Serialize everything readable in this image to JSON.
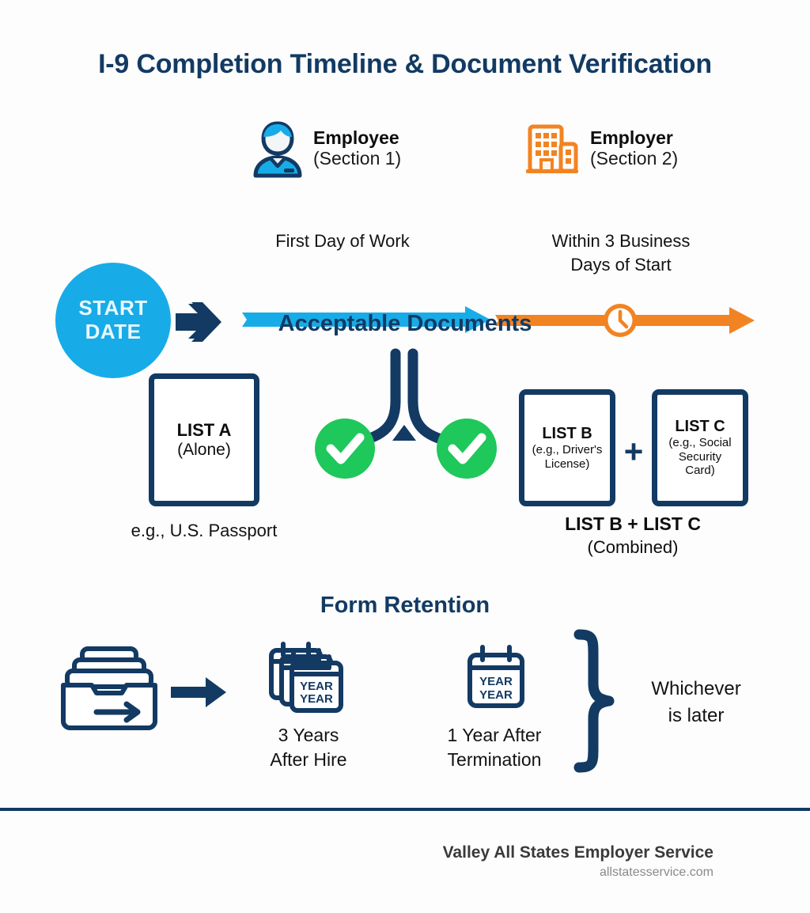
{
  "page": {
    "title": "I-9 Completion Timeline & Document Verification",
    "colors": {
      "navy": "#123a63",
      "cyan": "#17ACE8",
      "orange": "#F28322",
      "green": "#1EC85A",
      "text": "#131313",
      "background": "#fdfdfd"
    }
  },
  "timeline": {
    "start_node": {
      "line1": "START",
      "line2": "DATE"
    },
    "steps": [
      {
        "icon": "employee-icon",
        "role": "Employee",
        "section": "(Section 1)",
        "caption": "First Day of Work",
        "accent": "#17ACE8"
      },
      {
        "icon": "building-icon",
        "role": "Employer",
        "section": "(Section 2)",
        "caption_line1": "Within 3 Business",
        "caption_line2": "Days of Start",
        "accent": "#F28322"
      }
    ]
  },
  "documents": {
    "heading": "Acceptable Documents",
    "list_a": {
      "title": "LIST A",
      "sub": "(Alone)",
      "caption": "e.g., U.S. Passport"
    },
    "list_b": {
      "title": "LIST B",
      "sub_line1": "(e.g., Driver's",
      "sub_line2": "License)"
    },
    "list_c": {
      "title": "LIST C",
      "sub_line1": "(e.g., Social",
      "sub_line2": "Security",
      "sub_line3": "Card)"
    },
    "plus": "+",
    "combined_caption": {
      "line1": "LIST B + LIST C",
      "line2": "(Combined)"
    }
  },
  "retention": {
    "heading": "Form Retention",
    "calendar_label": {
      "line1": "YEAR",
      "line2": "YEAR"
    },
    "option_one": {
      "line1": "3 Years",
      "line2": "After Hire"
    },
    "option_two": {
      "line1": "1 Year After",
      "line2": "Termination"
    },
    "rule": {
      "line1": "Whichever",
      "line2": "is later"
    }
  },
  "footer": {
    "company": "Valley All States Employer Service",
    "website": "allstatesservice.com"
  }
}
